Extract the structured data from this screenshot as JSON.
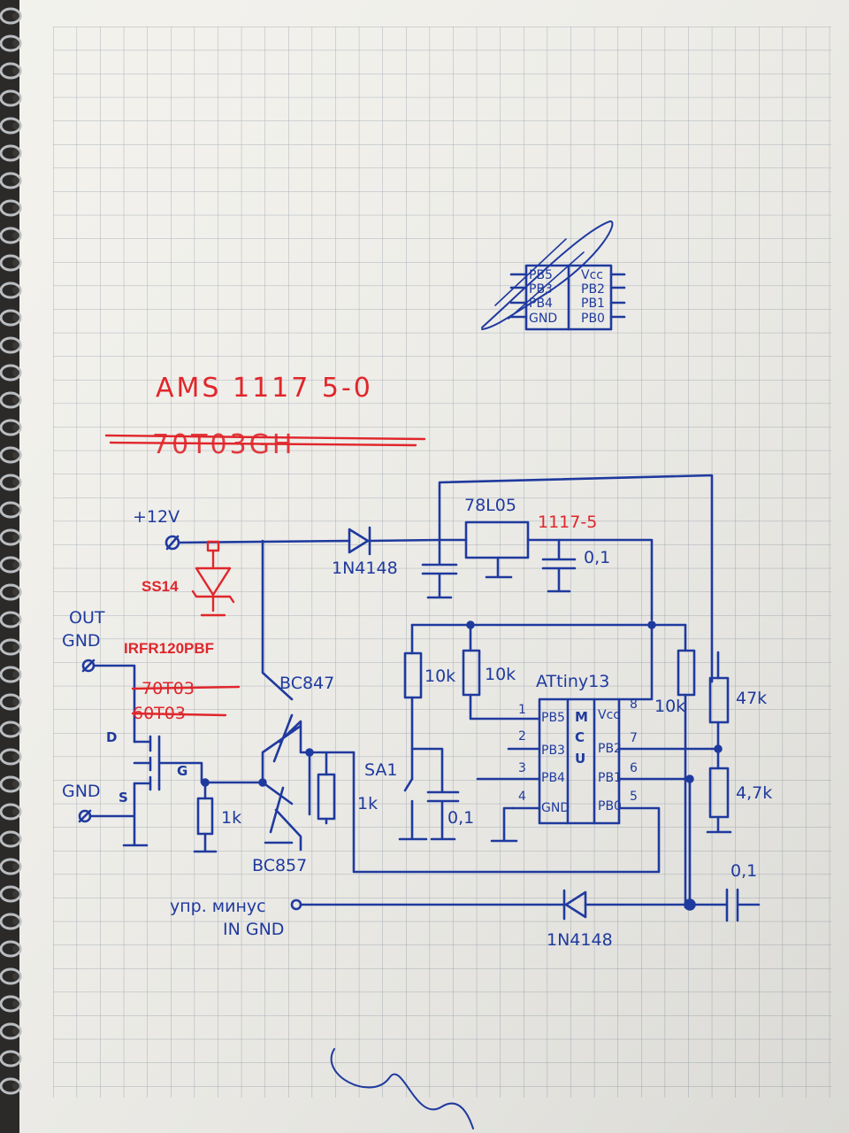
{
  "colors": {
    "ink": "#1f3a9e",
    "red_ink": "#e0262b",
    "paper": "#f2f1ec",
    "grid": "#a9b0b8"
  },
  "title": {
    "regulator": "AMS 1117 5-0",
    "crossed_mosfet": "70T03GH"
  },
  "power": {
    "input_label": "+12V",
    "diode_top": "1N4148",
    "regulator_label": "78L05",
    "regulator_alt": "1117-5",
    "cap_label": "0,1",
    "tvs_label": "SS14"
  },
  "output": {
    "out_label": "OUT",
    "gnd_label_top": "GND",
    "gnd_label_bottom": "GND",
    "mosfet_part": "IRFR120PBF",
    "mosfet_crossed_1": "70T03",
    "mosfet_crossed_2": "60T03",
    "pin_d": "D",
    "pin_s": "S",
    "pin_g": "G",
    "res_gate": "1k"
  },
  "driver": {
    "npn": "BC847",
    "pnp": "BC857",
    "res_base": "1k"
  },
  "mcu": {
    "name": "ATtiny13",
    "center_letters": [
      "M",
      "C",
      "U"
    ],
    "left_pins": [
      {
        "num": "1",
        "name": "PB5"
      },
      {
        "num": "2",
        "name": "PB3"
      },
      {
        "num": "3",
        "name": "PB4"
      },
      {
        "num": "4",
        "name": "GND"
      }
    ],
    "right_pins": [
      {
        "num": "8",
        "name": "Vcc"
      },
      {
        "num": "7",
        "name": "PB2"
      },
      {
        "num": "6",
        "name": "PB1"
      },
      {
        "num": "5",
        "name": "PB0"
      }
    ],
    "pullup_1": "10k",
    "pullup_2": "10k",
    "pullup_3": "10k",
    "switch": "SA1",
    "switch_cap": "0,1"
  },
  "divider": {
    "r_top": "47k",
    "r_bottom": "4,7k",
    "cap": "0,1"
  },
  "bottom": {
    "control_label_1": "упр. минус",
    "control_label_2": "IN GND",
    "diode": "1N4148"
  },
  "sketch": {
    "pins_left": [
      "PB5",
      "PB3",
      "PB4",
      "GND"
    ],
    "pins_right": [
      "Vcc",
      "PB2",
      "PB1",
      "PB0"
    ]
  }
}
